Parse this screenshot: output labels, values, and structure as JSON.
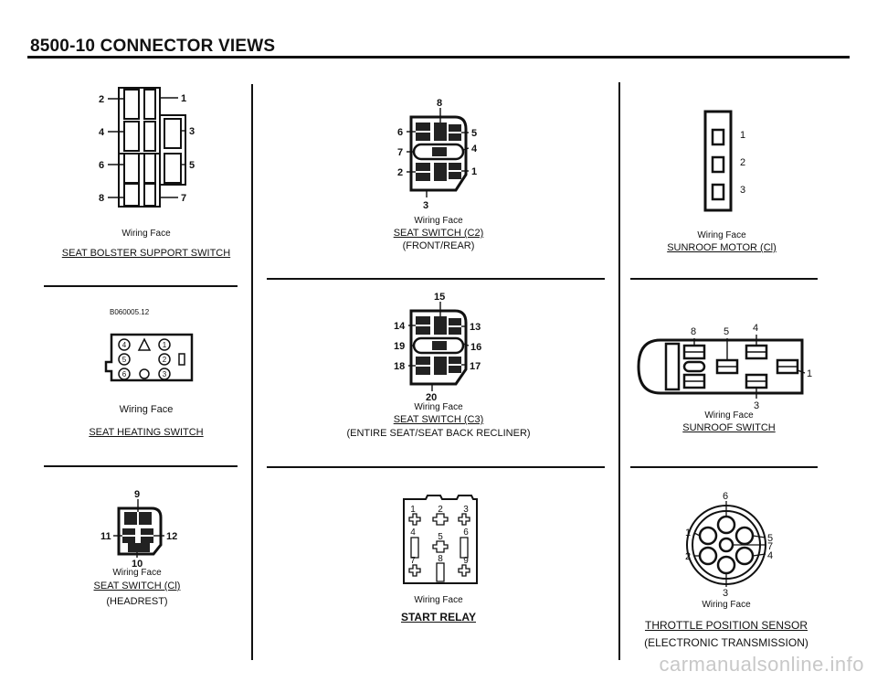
{
  "page": {
    "title": "8500-10 CONNECTOR VIEWS",
    "watermark": "carmanualsonline.info"
  },
  "connectors": {
    "seat_bolster": {
      "pins": [
        "2",
        "1",
        "4",
        "3",
        "6",
        "5",
        "8",
        "7"
      ],
      "face": "Wiring Face",
      "name": "SEAT BOLSTER SUPPORT SWITCH"
    },
    "seat_switch_c2": {
      "pins": [
        "8",
        "6",
        "5",
        "7",
        "4",
        "2",
        "1",
        "3"
      ],
      "face": "Wiring Face",
      "name": "SEAT SWITCH (C2)",
      "note": "(FRONT/REAR)"
    },
    "sunroof_motor": {
      "pins": [
        "1",
        "2",
        "3"
      ],
      "face": "Wiring Face",
      "name": "SUNROOF MOTOR (Cl)"
    },
    "seat_heating": {
      "ref": "B060005.12",
      "pins": [
        "4",
        "1",
        "5",
        "2",
        "6",
        "3"
      ],
      "face": "Wiring Face",
      "name": "SEAT HEATING SWITCH"
    },
    "seat_switch_c3": {
      "pins": [
        "15",
        "14",
        "13",
        "19",
        "16",
        "18",
        "17",
        "20"
      ],
      "face": "Wiring Face",
      "name": "SEAT SWITCH (C3)",
      "note": "(ENTIRE SEAT/SEAT BACK RECLINER)"
    },
    "sunroof_switch": {
      "pins": [
        "8",
        "5",
        "4",
        "1",
        "3"
      ],
      "face": "Wiring Face",
      "name": "SUNROOF SWITCH"
    },
    "seat_switch_c1": {
      "pins": [
        "9",
        "11",
        "12",
        "10"
      ],
      "face": "Wiring Face",
      "name": "SEAT SWITCH (Cl)",
      "note": "(HEADREST)"
    },
    "start_relay": {
      "pins": [
        "1",
        "2",
        "3",
        "4",
        "5",
        "6",
        "7",
        "8",
        "9"
      ],
      "face": "Wiring Face",
      "name": "START RELAY"
    },
    "throttle_sensor": {
      "pins": [
        "6",
        "1",
        "5",
        "7",
        "2",
        "4",
        "3"
      ],
      "face": "Wiring Face",
      "name": "THROTTLE POSITION SENSOR",
      "note": "(ELECTRONIC TRANSMISSION)"
    }
  }
}
